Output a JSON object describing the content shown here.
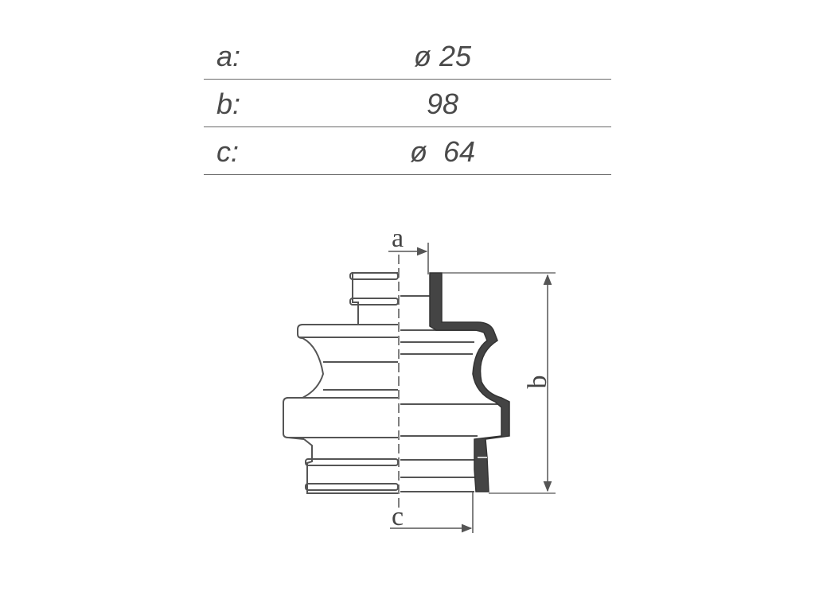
{
  "specs": [
    {
      "key": "a:",
      "value": "ø 25"
    },
    {
      "key": "b:",
      "value": "98"
    },
    {
      "key": "c:",
      "value": "ø  64"
    }
  ],
  "diagram": {
    "labels": {
      "a": "a",
      "b": "b",
      "c": "c"
    }
  },
  "colors": {
    "line": "#555555",
    "wall": "#444444"
  }
}
